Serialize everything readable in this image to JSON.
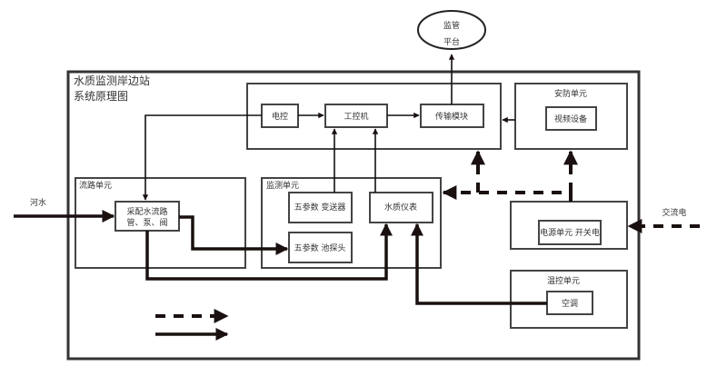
{
  "title_line1": "水质监测岸边站",
  "title_line2": "系统原理图",
  "platform": {
    "line1": "监管",
    "line2": "平台"
  },
  "control": {
    "electric": "电控",
    "ipc": "工控机",
    "transmission": "传输模块"
  },
  "security": {
    "title": "安防单元",
    "video": "视频设备"
  },
  "flow": {
    "title": "流路单元",
    "sampling_line1": "采配水流路",
    "sampling_line2": "管、泵、阀"
  },
  "monitoring": {
    "title": "监测单元",
    "transmitter": "五参数 变送器",
    "probe": "五参数 池探头",
    "instrument": "水质仪表"
  },
  "power": {
    "unit": "电源单元  开关电"
  },
  "temperature": {
    "title": "温控单元",
    "ac": "空调"
  },
  "inputs": {
    "river_water": "河水",
    "ac_power": "交流电"
  },
  "colors": {
    "line": "#1a1010",
    "box_stroke": "#444444"
  }
}
